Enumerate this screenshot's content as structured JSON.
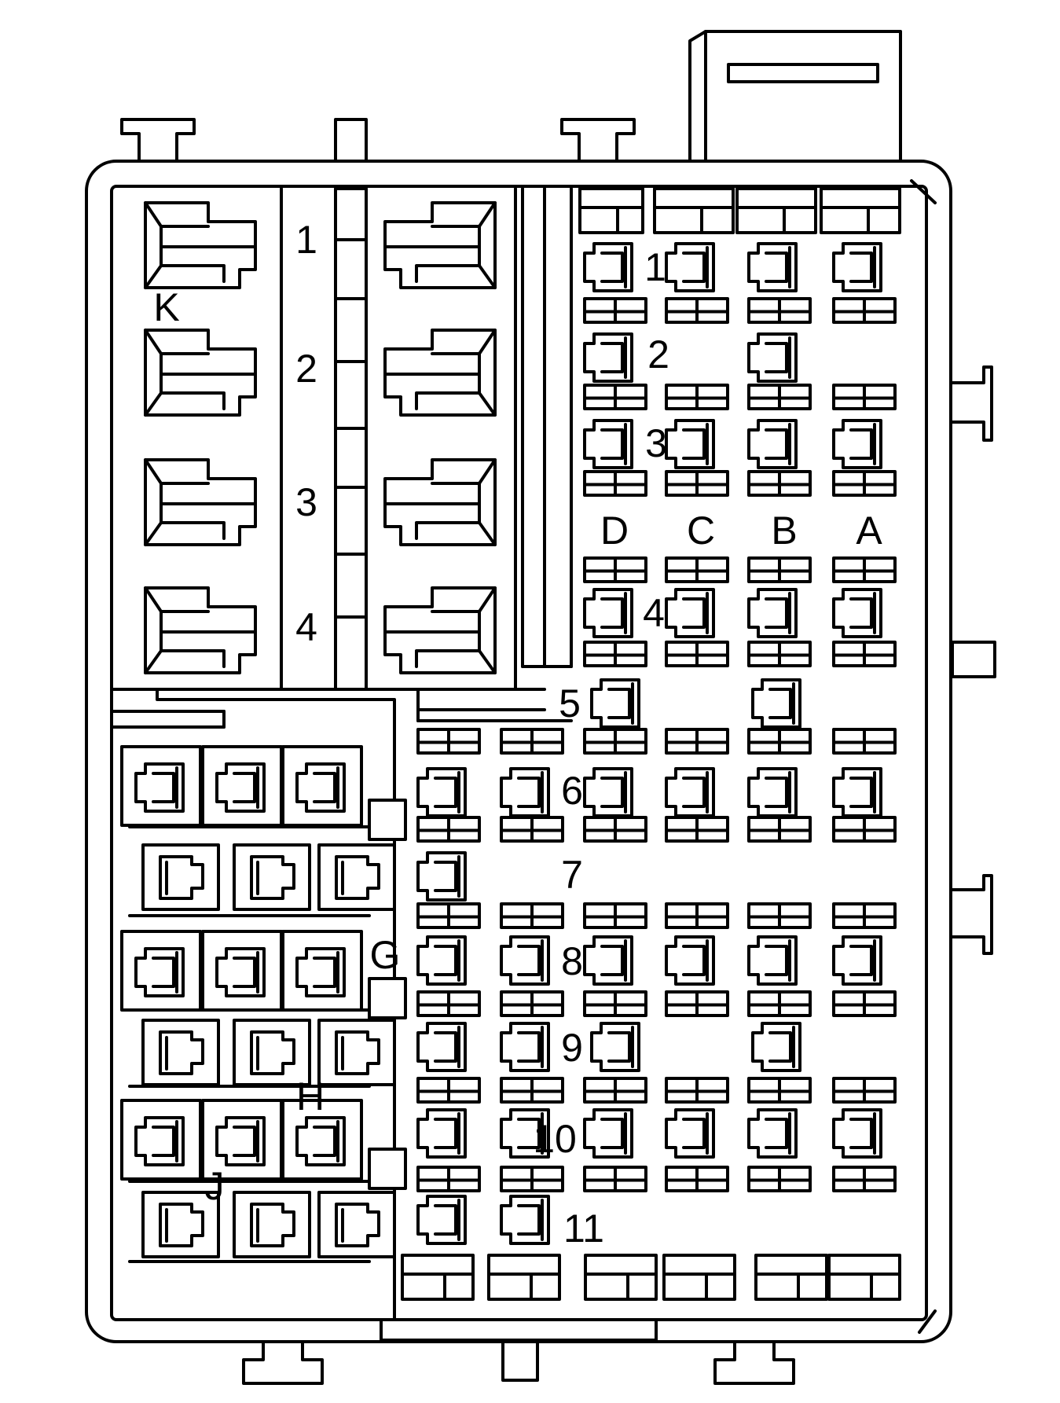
{
  "k_rows": [
    "1",
    "2",
    "3",
    "4"
  ],
  "columns": [
    "D",
    "C",
    "B",
    "A"
  ],
  "rows": [
    "1",
    "2",
    "3",
    "4",
    "5",
    "6",
    "7",
    "8",
    "9",
    "10",
    "11"
  ],
  "blocks": {
    "k": "K",
    "g": "G",
    "h": "H",
    "j": "J"
  },
  "colors": {
    "line": "#000000",
    "background": "#ffffff"
  }
}
